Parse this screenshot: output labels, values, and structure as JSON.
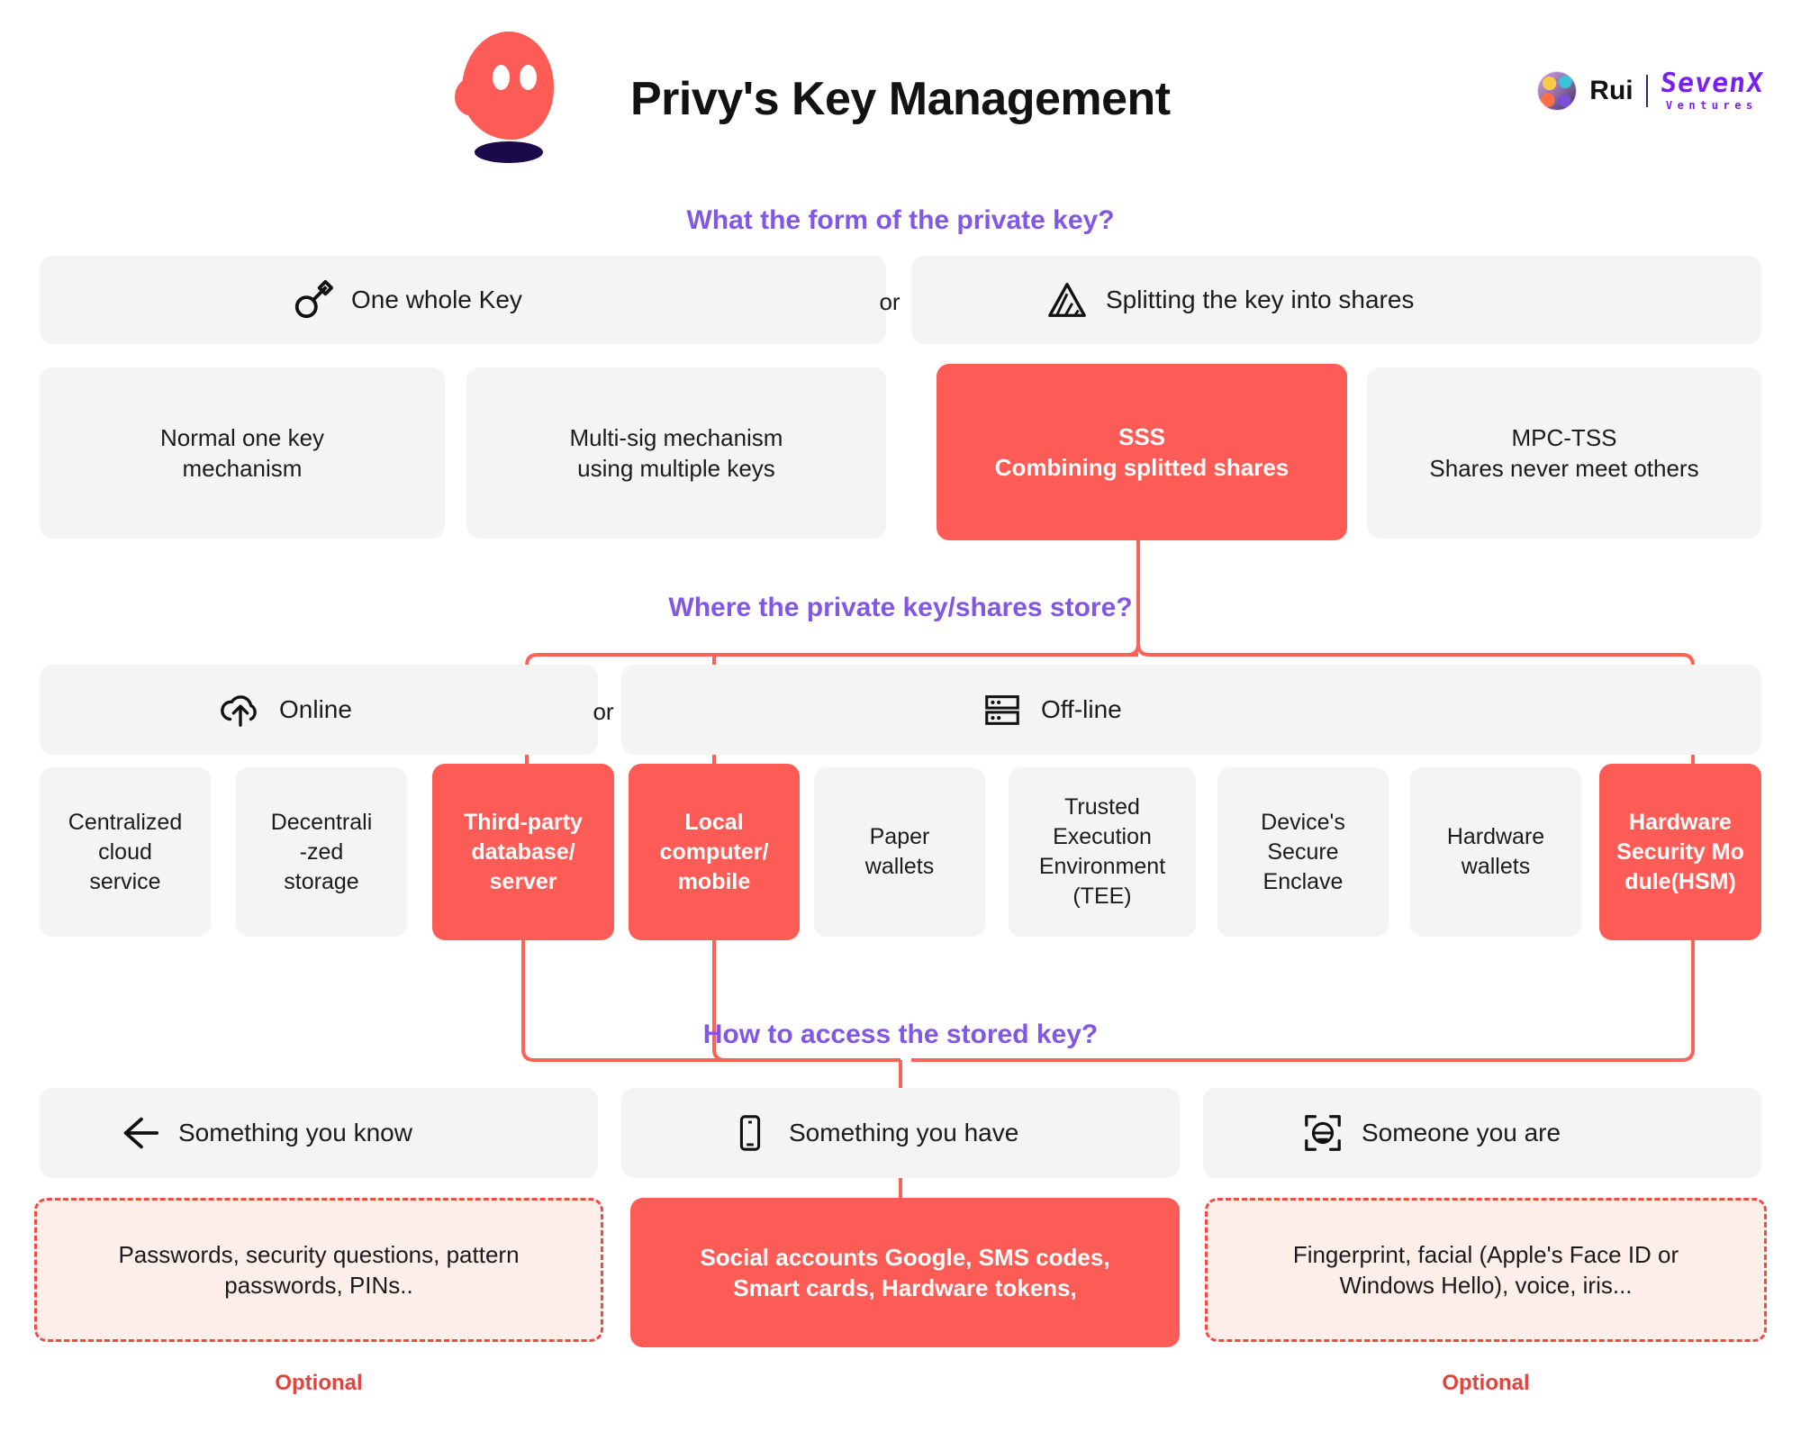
{
  "header": {
    "title": "Privy's Key Management",
    "logo_icon": "privy-blob-logo",
    "credit_name": "Rui",
    "brand_name": "SevenX",
    "brand_tagline": "Ventures"
  },
  "colors": {
    "accent_red": "#fc5c55",
    "heading_purple": "#8257e6",
    "box_grey": "#f4f4f5",
    "dashed_fill": "#fdeeea",
    "dashed_border": "#ef4a46",
    "brand_purple": "#7b1ff0"
  },
  "sections": [
    {
      "question": "What the form of the private key?",
      "categories": [
        {
          "label": "One whole Key",
          "icon": "key-icon"
        },
        {
          "label": "Splitting the key into shares",
          "icon": "split-triangle-icon"
        }
      ],
      "or_label": "or",
      "options": [
        {
          "line1": "Normal one key",
          "line2": "mechanism",
          "highlighted": false
        },
        {
          "line1": "Multi-sig mechanism",
          "line2": "using multiple keys",
          "highlighted": false
        },
        {
          "line1": "SSS",
          "line2": "Combining splitted shares",
          "highlighted": true
        },
        {
          "line1": "MPC-TSS",
          "line2": "Shares never meet others",
          "highlighted": false
        }
      ]
    },
    {
      "question": "Where the private key/shares store?",
      "categories": [
        {
          "label": "Online",
          "icon": "cloud-upload-icon"
        },
        {
          "label": "Off-line",
          "icon": "server-rack-icon"
        }
      ],
      "or_label": "or",
      "options": [
        {
          "line1": "Centralized",
          "line2": "cloud",
          "line3": "service",
          "highlighted": false
        },
        {
          "line1": "Decentrali",
          "line2": "-zed",
          "line3": "storage",
          "highlighted": false
        },
        {
          "line1": "Third-party",
          "line2": "database/",
          "line3": "server",
          "highlighted": true
        },
        {
          "line1": "Local",
          "line2": "computer/",
          "line3": "mobile",
          "highlighted": true
        },
        {
          "line1": "Paper",
          "line2": "wallets",
          "line3": "",
          "highlighted": false
        },
        {
          "line1": "Trusted",
          "line2": "Execution",
          "line3": "Environment",
          "line4": "(TEE)",
          "highlighted": false
        },
        {
          "line1": "Device's",
          "line2": "Secure",
          "line3": "Enclave",
          "highlighted": false
        },
        {
          "line1": "Hardware",
          "line2": "wallets",
          "line3": "",
          "highlighted": false
        },
        {
          "line1": "Hardware",
          "line2": "Security Mo",
          "line3": "dule(HSM)",
          "highlighted": true
        }
      ]
    },
    {
      "question": "How to access the stored key?",
      "categories": [
        {
          "label": "Something you know",
          "icon": "arrow-left-icon"
        },
        {
          "label": "Something you have",
          "icon": "mobile-phone-icon"
        },
        {
          "label": "Someone you are",
          "icon": "face-scan-icon"
        }
      ],
      "options": [
        {
          "line1": "Passwords, security questions, pattern",
          "line2": "passwords, PINs..",
          "highlighted": false,
          "dashed": true,
          "footnote": "Optional"
        },
        {
          "line1": "Social accounts Google, SMS codes,",
          "line2": "Smart cards, Hardware tokens,",
          "highlighted": true,
          "dashed": false,
          "footnote": ""
        },
        {
          "line1": "Fingerprint, facial (Apple's Face ID or",
          "line2": "Windows Hello), voice, iris...",
          "highlighted": false,
          "dashed": true,
          "footnote": "Optional"
        }
      ]
    }
  ]
}
